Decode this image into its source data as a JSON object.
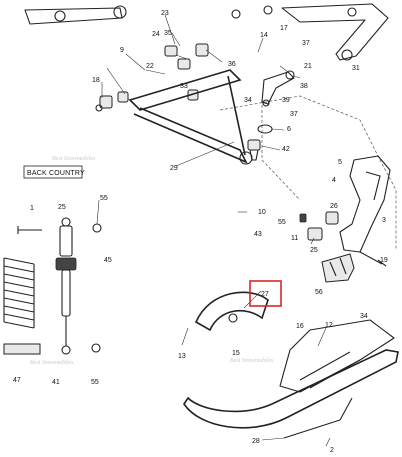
{
  "diagram": {
    "variant_label": "BACK COUNTRY",
    "highlighted_callout": "27",
    "highlight_color": "#d62828",
    "watermark_text": "Best Snowmobiles",
    "callouts": [
      "24",
      "23",
      "35",
      "36",
      "14",
      "17",
      "37",
      "21",
      "31",
      "9",
      "18",
      "22",
      "33",
      "34",
      "38",
      "39",
      "37",
      "6",
      "42",
      "29",
      "5",
      "4",
      "3",
      "1",
      "25",
      "55",
      "45",
      "10",
      "55",
      "11",
      "43",
      "25",
      "26",
      "56",
      "19",
      "27",
      "13",
      "16",
      "12",
      "34",
      "15",
      "47",
      "41",
      "55",
      "28",
      "2"
    ]
  }
}
